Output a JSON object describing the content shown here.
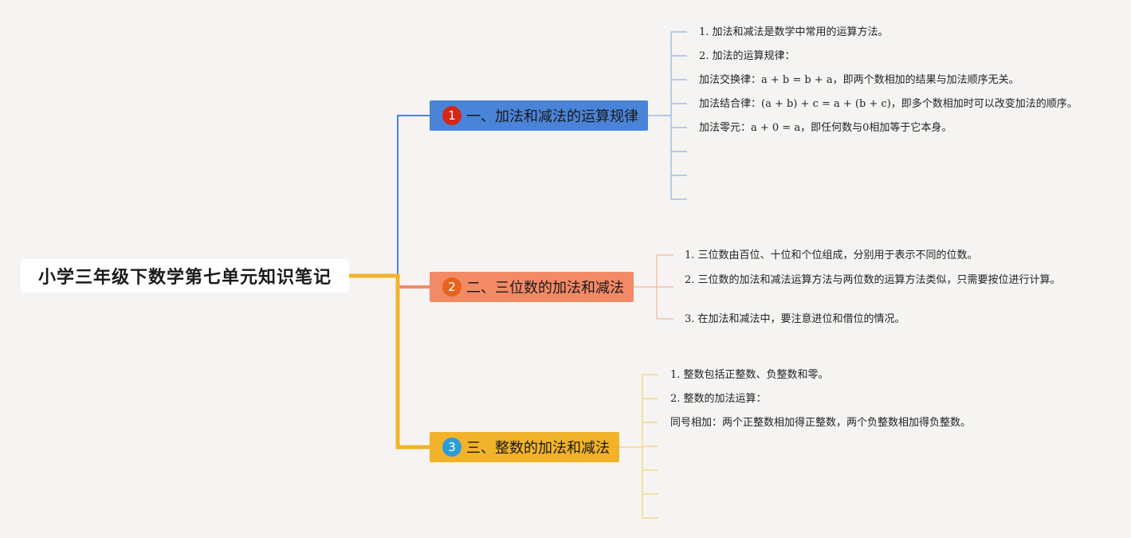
{
  "title": "小学三年级下数学第七单元知识笔记",
  "branches": [
    {
      "number": "1",
      "label": "一、加法和减法的运算规律",
      "color": "#4a84d8",
      "badge_color": "#d62718",
      "items": [
        "1. 加法和减法是数学中常用的运算方法。",
        "2. 加法的运算规律：",
        "加法交换律：a + b = b + a，即两个数相加的结果与加法顺序无关。",
        "加法结合律：(a + b) + c = a + (b + c)，即多个数相加时可以改变加法的顺序。",
        "加法零元：a + 0 = a，即任何数与0相加等于它本身。",
        "",
        "",
        ""
      ]
    },
    {
      "number": "2",
      "label": "二、三位数的加法和减法",
      "color": "#f28a66",
      "badge_color": "#e8631e",
      "items": [
        "1. 三位数由百位、十位和个位组成，分别用于表示不同的位数。",
        "2. 三位数的加法和减法运算方法与两位数的运算方法类似，只需要按位进行计算。",
        "3. 在加法和减法中，要注意进位和借位的情况。"
      ]
    },
    {
      "number": "3",
      "label": "三、整数的加法和减法",
      "color": "#f2b32a",
      "badge_color": "#2f9bd6",
      "items": [
        "1. 整数包括正整数、负整数和零。",
        "2. 整数的加法运算：",
        "同号相加：两个正整数相加得正整数，两个负整数相加得负整数。",
        "",
        "",
        "",
        ""
      ]
    }
  ]
}
